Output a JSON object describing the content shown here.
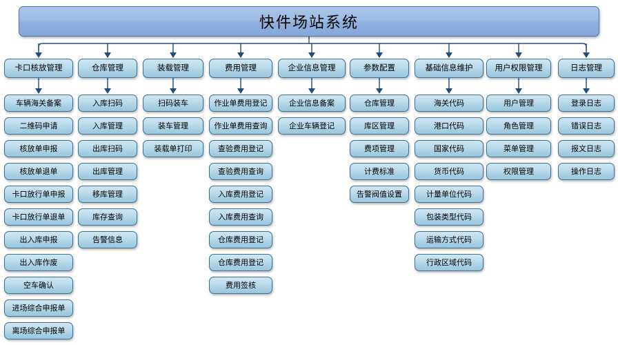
{
  "diagram": {
    "type": "tree-hierarchy",
    "title": "快件场站系统",
    "colors": {
      "root_fill_top": "#a9c5e8",
      "root_fill_bottom": "#86a8d8",
      "root_border": "#4a73a8",
      "node_fill_top": "#cfe7f2",
      "node_fill_bottom": "#9ac6dd",
      "node_border": "#3d6f90",
      "connector": "#1f4e79",
      "background": "#ffffff"
    },
    "columns": [
      {
        "header": "卡口核放管理",
        "children": [
          "车辆海关备案",
          "二维码申请",
          "核放单申报",
          "核放单退单",
          "卡口放行单申报",
          "卡口放行单退单",
          "出入库申报",
          "出入库作废",
          "空车确认",
          "进场综合申报单",
          "离场综合申报单"
        ]
      },
      {
        "header": "仓库管理",
        "children": [
          "入库扫码",
          "入库管理",
          "出库扫码",
          "出库管理",
          "移库管理",
          "库存查询",
          "告警信息"
        ]
      },
      {
        "header": "装载管理",
        "children": [
          "扫码装车",
          "装车管理",
          "装载单打印"
        ]
      },
      {
        "header": "费用管理",
        "children": [
          "作业单费用登记",
          "作业单费用查询",
          "查验费用登记",
          "查验费用查询",
          "入库费用登记",
          "入库费用查询",
          "仓库费用登记",
          "仓库费用登记",
          "费用签核"
        ]
      },
      {
        "header": "企业信息管理",
        "children": [
          "企业信息备案",
          "企业车辆登记"
        ]
      },
      {
        "header": "参数配置",
        "children": [
          "仓库管理",
          "库区管理",
          "费项管理",
          "计费标准",
          "告警阀值设置"
        ]
      },
      {
        "header": "基础信息维护",
        "children": [
          "海关代码",
          "港口代码",
          "国家代码",
          "货币代码",
          "计量单位代码",
          "包装类型代码",
          "运输方式代码",
          "行政区域代码"
        ]
      },
      {
        "header": "用户权限管理",
        "children": [
          "用户管理",
          "角色管理",
          "菜单管理",
          "权限管理"
        ]
      },
      {
        "header": "日志管理",
        "children": [
          "登录日志",
          "错误日志",
          "报文日志",
          "操作日志"
        ]
      }
    ]
  }
}
